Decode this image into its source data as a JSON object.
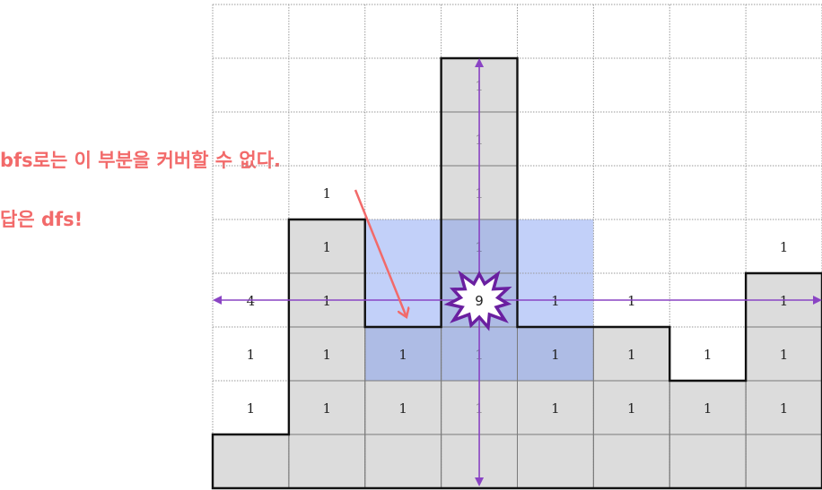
{
  "annotations": {
    "line1": "bfs로는 이 부분을 커버할 수 없다.",
    "line2": "답은 dfs!"
  },
  "grid": {
    "columns": 8,
    "rows": 9,
    "heights": [
      1,
      5,
      3,
      8,
      3,
      3,
      2,
      4
    ],
    "cells": [
      {
        "row": 3,
        "col": 1,
        "text": "1"
      },
      {
        "row": 4,
        "col": 1,
        "text": "1"
      },
      {
        "row": 4,
        "col": 7,
        "text": "1"
      },
      {
        "row": 5,
        "col": 0,
        "text": "4"
      },
      {
        "row": 5,
        "col": 1,
        "text": "1"
      },
      {
        "row": 5,
        "col": 4,
        "text": "1"
      },
      {
        "row": 5,
        "col": 5,
        "text": "1"
      },
      {
        "row": 5,
        "col": 7,
        "text": "1"
      },
      {
        "row": 6,
        "col": 0,
        "text": "1"
      },
      {
        "row": 6,
        "col": 1,
        "text": "1"
      },
      {
        "row": 6,
        "col": 2,
        "text": "1"
      },
      {
        "row": 6,
        "col": 4,
        "text": "1"
      },
      {
        "row": 6,
        "col": 5,
        "text": "1"
      },
      {
        "row": 6,
        "col": 6,
        "text": "1"
      },
      {
        "row": 6,
        "col": 7,
        "text": "1"
      },
      {
        "row": 7,
        "col": 0,
        "text": "1"
      },
      {
        "row": 7,
        "col": 1,
        "text": "1"
      },
      {
        "row": 7,
        "col": 2,
        "text": "1"
      },
      {
        "row": 7,
        "col": 4,
        "text": "1"
      },
      {
        "row": 7,
        "col": 5,
        "text": "1"
      },
      {
        "row": 7,
        "col": 6,
        "text": "1"
      },
      {
        "row": 7,
        "col": 7,
        "text": "1"
      }
    ],
    "column3_marks": [
      {
        "row": 1,
        "text": "1"
      },
      {
        "row": 2,
        "text": "1"
      },
      {
        "row": 3,
        "text": "1"
      },
      {
        "row": 4,
        "text": "1"
      },
      {
        "row": 6,
        "text": "1"
      },
      {
        "row": 7,
        "text": "1"
      }
    ],
    "highlight": [
      {
        "row": 4,
        "col": 2
      },
      {
        "row": 4,
        "col": 3
      },
      {
        "row": 4,
        "col": 4
      },
      {
        "row": 5,
        "col": 2
      },
      {
        "row": 5,
        "col": 3
      },
      {
        "row": 5,
        "col": 4
      },
      {
        "row": 6,
        "col": 2
      },
      {
        "row": 6,
        "col": 3
      },
      {
        "row": 6,
        "col": 4
      }
    ],
    "burst": {
      "row": 5,
      "col": 3,
      "text": "9"
    }
  },
  "colors": {
    "annotation": "#f26a6a",
    "cell_fill": "#dcdcdc",
    "highlight": "#6e8ff0",
    "arrow": "#8a44c4",
    "burst": "#6a1fa0"
  }
}
